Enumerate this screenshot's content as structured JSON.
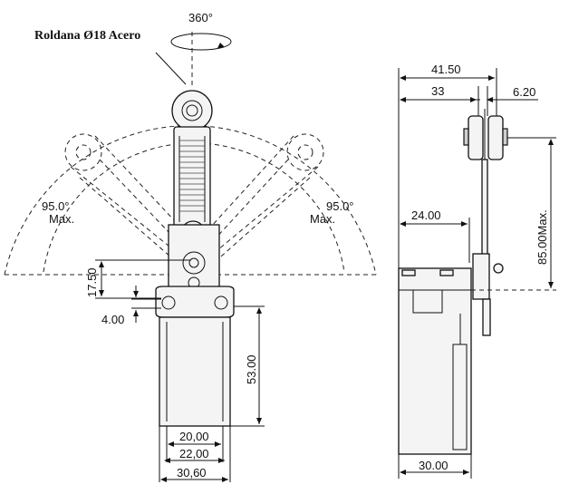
{
  "title": "Roldana Ø18 Acero",
  "rotation_label": "360°",
  "angle_left": {
    "value": "95.0°",
    "suffix": "Max."
  },
  "angle_right": {
    "value": "95.0°",
    "suffix": "Max."
  },
  "front_dims": {
    "d_17_50": "17.50",
    "d_4_00": "4.00",
    "d_53_00": "53.00",
    "d_20_00": "20,00",
    "d_22_00": "22,00",
    "d_30_60": "30,60"
  },
  "side_dims": {
    "d_41_50": "41.50",
    "d_33": "33",
    "d_6_20": "6.20",
    "d_24_00": "24.00",
    "d_85_00": "85.00Max.",
    "d_30_00": "30.00"
  }
}
